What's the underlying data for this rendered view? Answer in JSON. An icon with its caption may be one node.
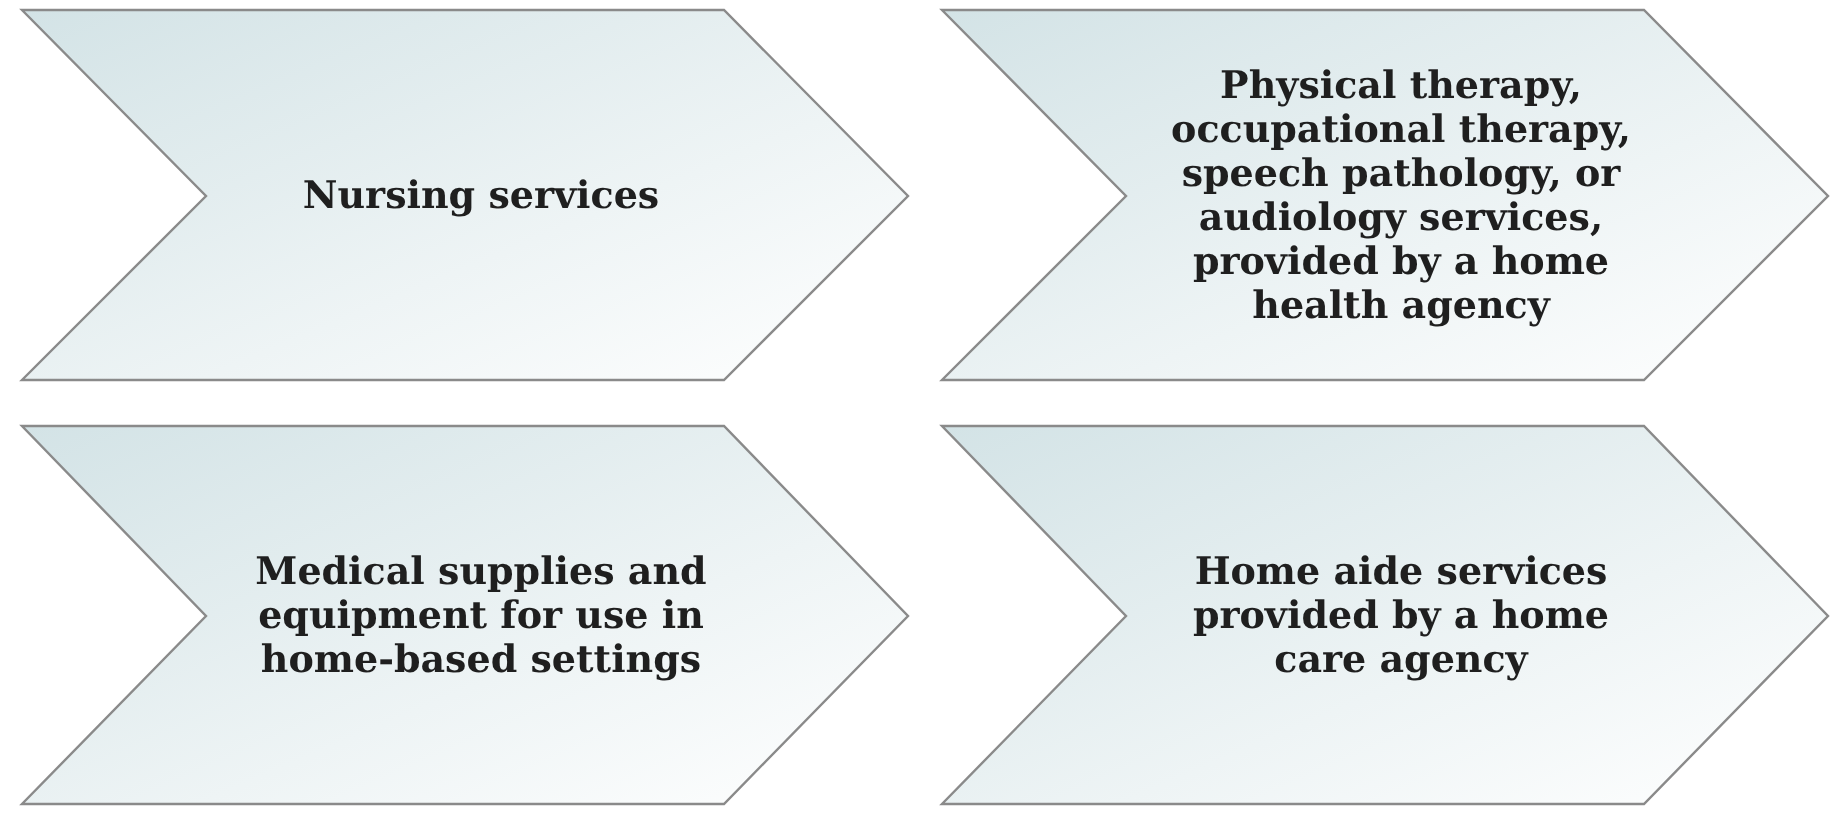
{
  "diagram": {
    "nodes": [
      {
        "text": [
          "Nursing services"
        ]
      },
      {
        "text": [
          "Physical therapy, occupational therapy, speech pathology, or audiology services, provided by a home health agency"
        ]
      },
      {
        "text": [
          "Medical supplies and equipment for use in home-based settings"
        ]
      },
      {
        "text": [
          "Home aide services provided by a home care agency"
        ]
      }
    ]
  }
}
